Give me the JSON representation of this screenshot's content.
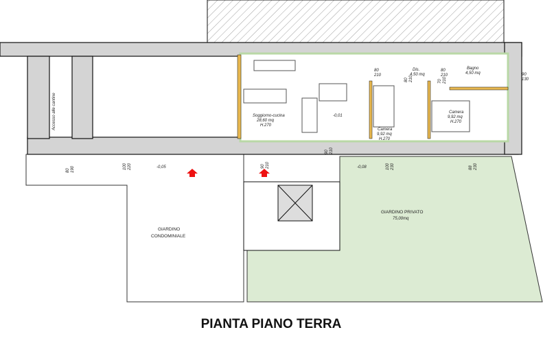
{
  "title": "PIANTA PIANO TERRA",
  "colors": {
    "wall": "#d4d4d4",
    "private_garden": "#dcebd3",
    "inner_wall_finish": "#b9d8a6",
    "partition": "#e8b850",
    "entry_arrow": "#ee1111"
  },
  "rooms": {
    "living": {
      "name": "Soggiorno-cucina",
      "area": "28,60 mq",
      "height": "H.270"
    },
    "hall": {
      "name": "Dis.",
      "area": "4,50 mq"
    },
    "bath": {
      "name": "Bagno",
      "area": "4,50 mq"
    },
    "bedroom1": {
      "name": "Camera",
      "area": "9,92 mq",
      "height": "H.270"
    },
    "bedroom2": {
      "name": "Camera",
      "area": "9,92 mq",
      "height": "H.270"
    }
  },
  "stairs_label": "Accesso alle cantine",
  "areas": {
    "common_garden": [
      "GIARDINO",
      "CONDOMINIALE"
    ],
    "private_garden": {
      "name": "GIARDINO PRIVATO",
      "area": "75,00mq"
    }
  },
  "levels": {
    "street": "-0,05",
    "living": "-0,01",
    "garden": "-0,08"
  },
  "openings": {
    "cellar": [
      "80",
      "190"
    ],
    "window_left": [
      "100",
      "220"
    ],
    "entry_door": [
      "90",
      "210"
    ],
    "living_window": [
      "90",
      "210"
    ],
    "kitchen_door": [
      "80",
      "210"
    ],
    "bed1_door": [
      "80",
      "210"
    ],
    "bath_door": [
      "80",
      "210"
    ],
    "bed2_door": [
      "70",
      "210"
    ],
    "bath_window": [
      "90",
      "130"
    ],
    "bed1_window": [
      "100",
      "230"
    ],
    "bed2_window": [
      "88",
      "230"
    ]
  }
}
